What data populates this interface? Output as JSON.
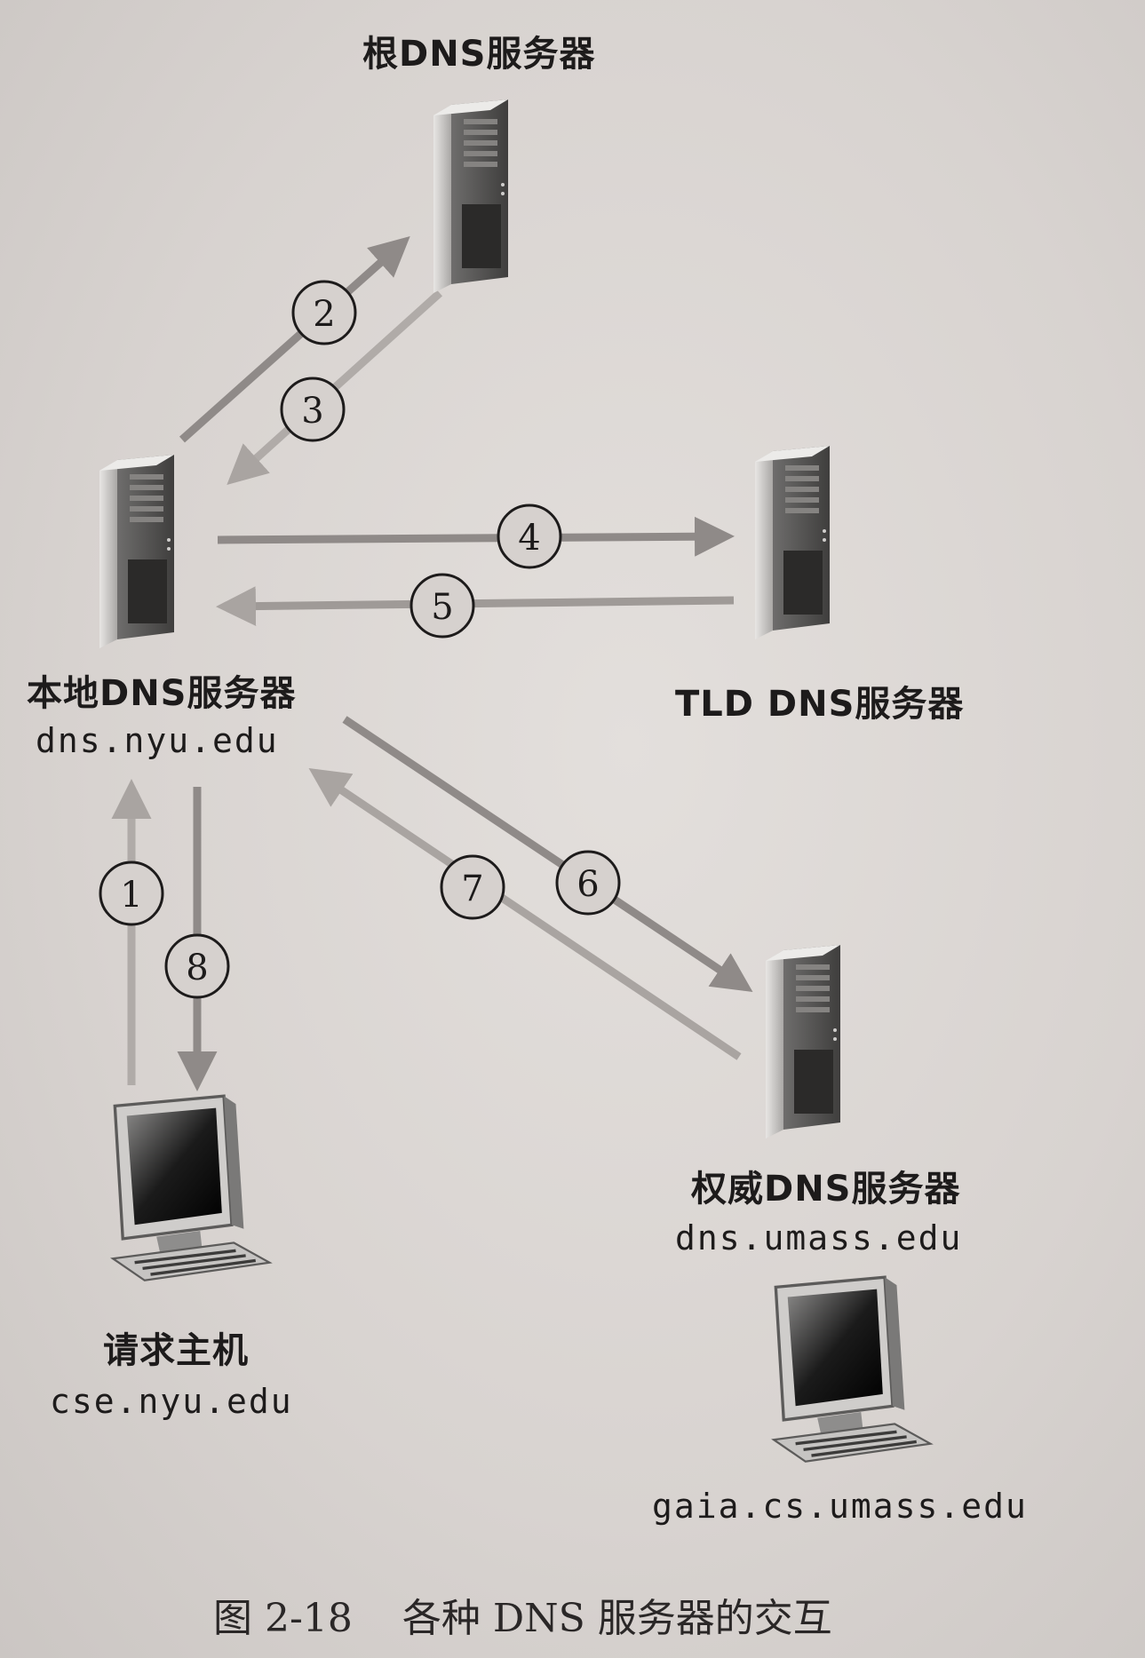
{
  "nodes": {
    "root": {
      "name": "根DNS服务器"
    },
    "local": {
      "name": "本地DNS服务器",
      "host": "dns.nyu.edu"
    },
    "tld": {
      "name": "TLD DNS服务器"
    },
    "authoritative": {
      "name": "权威DNS服务器",
      "host": "dns.umass.edu"
    },
    "requester": {
      "name": "请求主机",
      "host": "cse.nyu.edu"
    },
    "target": {
      "host": "gaia.cs.umass.edu"
    }
  },
  "steps": [
    "1",
    "2",
    "3",
    "4",
    "5",
    "6",
    "7",
    "8"
  ],
  "caption": {
    "figure": "图 2-18",
    "title": "各种 DNS 服务器的交互"
  },
  "colors": {
    "request_arrow": "#8f8a88",
    "reply_arrow": "#b3aeab",
    "server_dark": "#5e5d5c",
    "server_light": "#d0cecc"
  }
}
